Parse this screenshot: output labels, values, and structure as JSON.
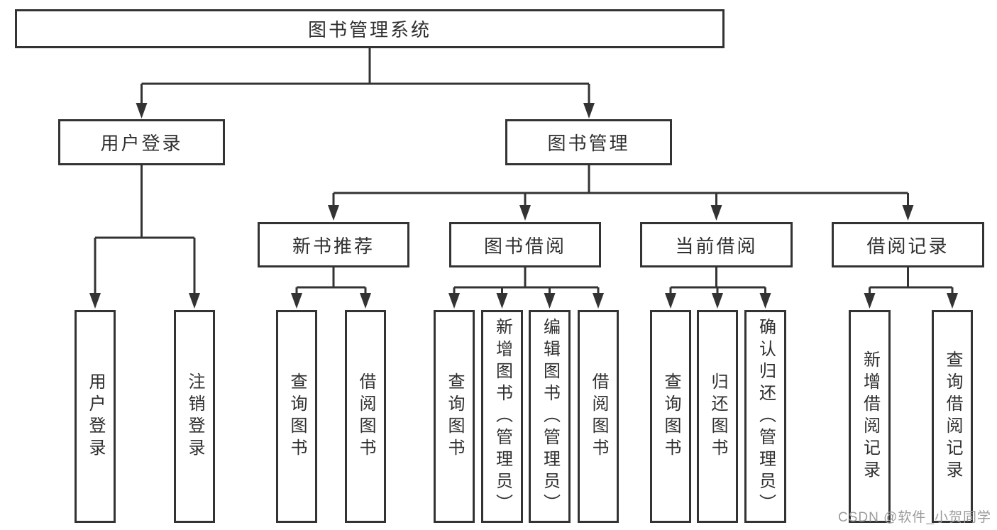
{
  "diagram": {
    "root": {
      "label": "图书管理系统"
    },
    "level2": [
      {
        "label": "用户登录"
      },
      {
        "label": "图书管理"
      }
    ],
    "level3": [
      {
        "label": "新书推荐"
      },
      {
        "label": "图书借阅"
      },
      {
        "label": "当前借阅"
      },
      {
        "label": "借阅记录"
      }
    ],
    "leaves": {
      "user_login": [
        "用户登录",
        "注销登录"
      ],
      "new_book_recommend": [
        "查询图书",
        "借阅图书"
      ],
      "book_borrowing": [
        "查询图书",
        "新增图书（管理员）",
        "编辑图书（管理员）",
        "借阅图书"
      ],
      "current_borrowing": [
        "查询图书",
        "归还图书",
        "确认归还（管理员）"
      ],
      "borrowing_records": [
        "新增借阅记录",
        "查询借阅记录"
      ]
    }
  },
  "watermark": {
    "text": "CSDN @软件_小贺同学"
  },
  "colors": {
    "line": "#333333",
    "box_border": "#333333",
    "text": "#2f2f2f",
    "watermark_text": "#9b9b9b",
    "background": "#ffffff"
  }
}
